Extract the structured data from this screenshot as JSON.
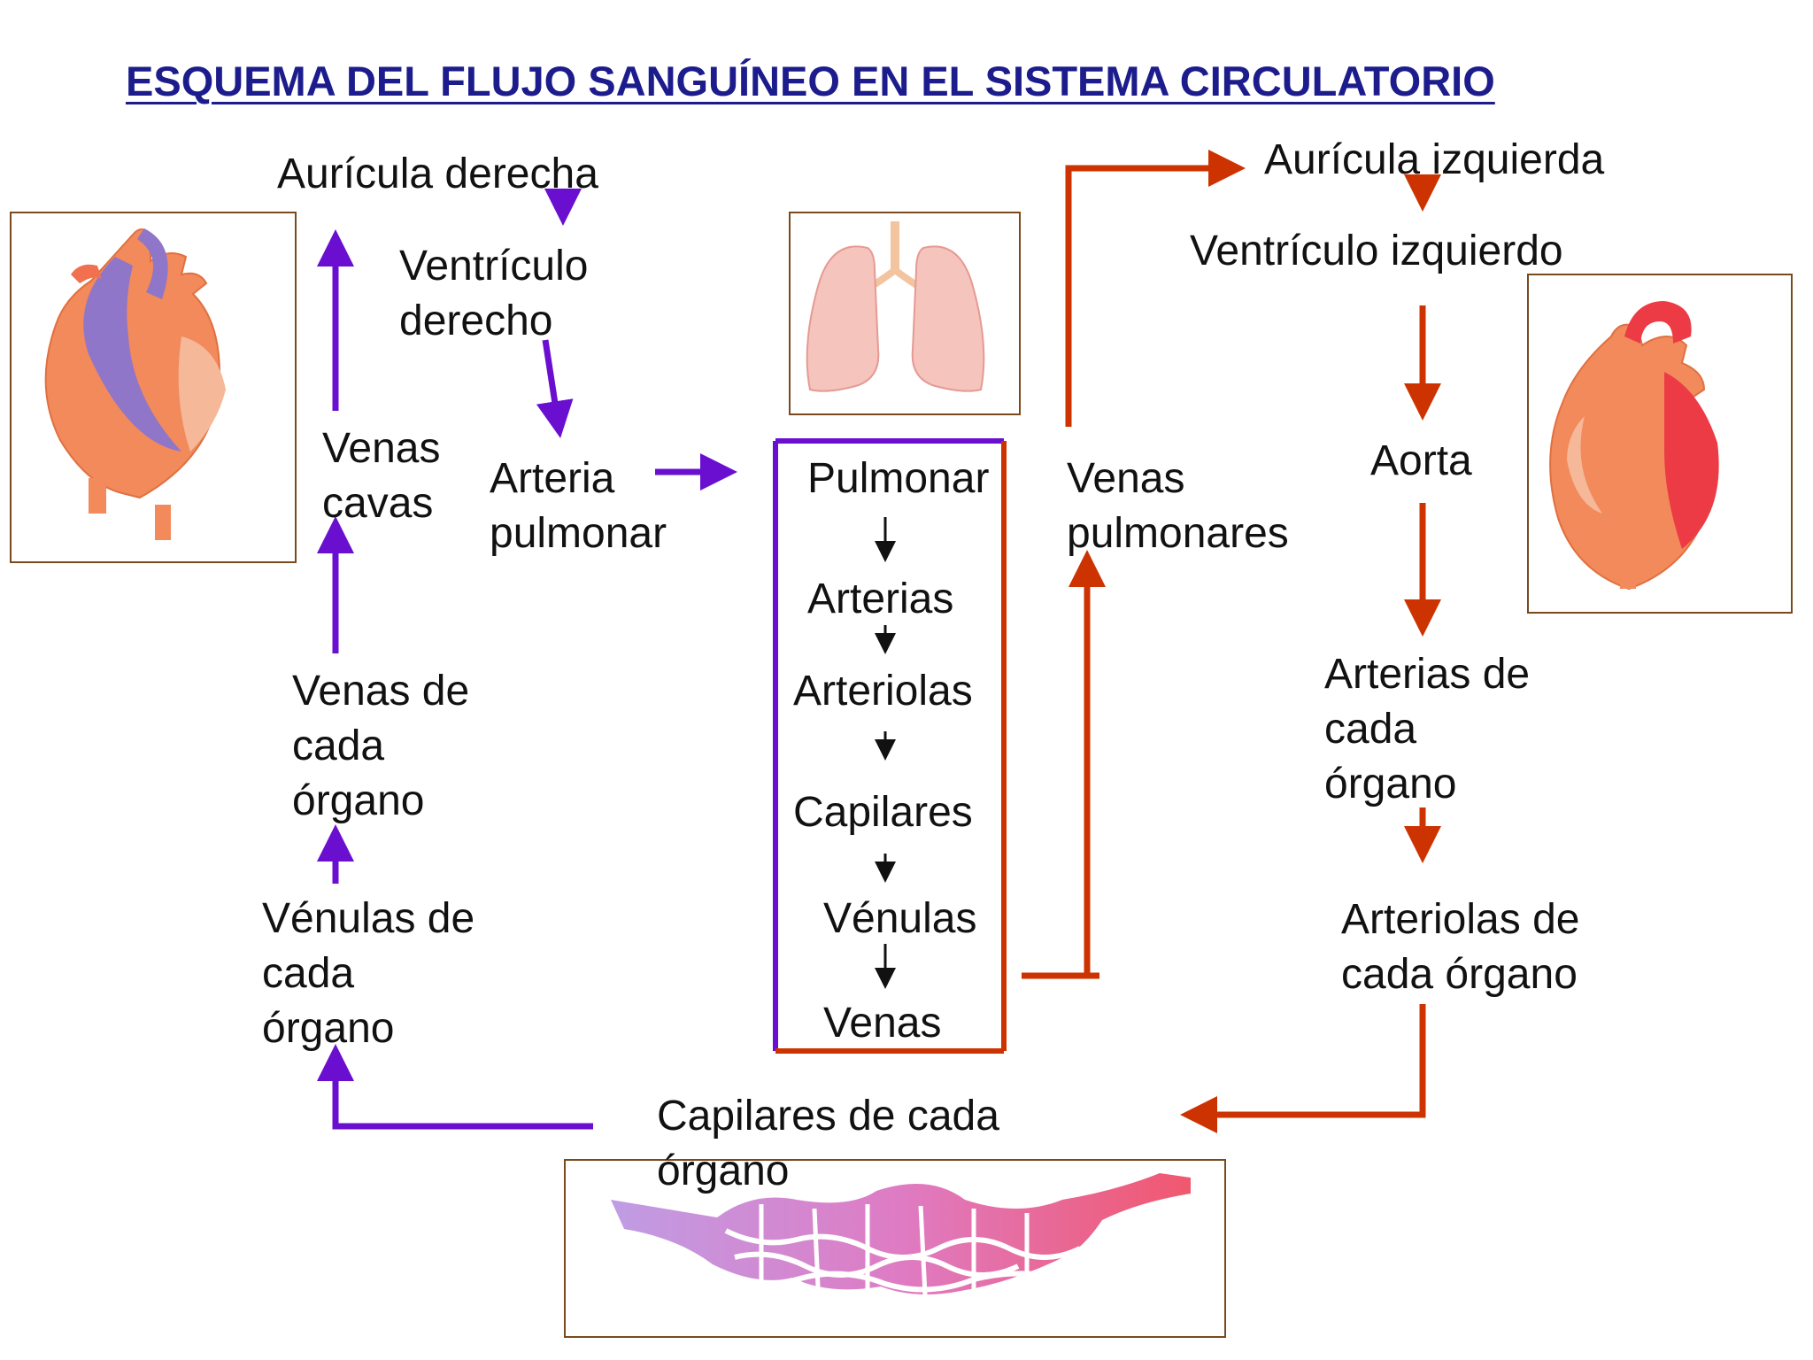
{
  "title": "ESQUEMA DEL FLUJO SANGUÍNEO EN EL SISTEMA CIRCULATORIO",
  "colors": {
    "venous": "#6a0fd0",
    "arterial": "#cc3300",
    "title": "#1c1c8c",
    "frame": "#7a4a1e"
  },
  "labels": {
    "auricula_derecha": "Aurícula derecha",
    "ventriculo_derecho": "Ventrículo\nderecho",
    "arteria_pulmonar": "Arteria\npulmonar",
    "venas_cavas": "Venas\ncavas",
    "venas_organo": "Venas de\ncada\nórgano",
    "venulas_organo": "Vénulas de\ncada\nórgano",
    "capilares_organo": "Capilares de cada\nórgano",
    "auricula_izquierda": "Aurícula izquierda",
    "ventriculo_izquierdo": "Ventrículo izquierdo",
    "aorta": "Aorta",
    "arterias_organo": "Arterias de\ncada\nórgano",
    "arteriolas_organo": "Arteriolas de\ncada órgano",
    "venas_pulmonares": "Venas\npulmonares"
  },
  "pulmonary_chain": [
    "Pulmonar",
    "Arterias",
    "Arteriolas",
    "Capilares",
    "Vénulas",
    "Venas"
  ],
  "images": {
    "heart_right": "heart-venous-illustration",
    "lungs": "lungs-illustration",
    "heart_left": "heart-arterial-illustration",
    "capillary_bed": "capillary-network-illustration"
  }
}
